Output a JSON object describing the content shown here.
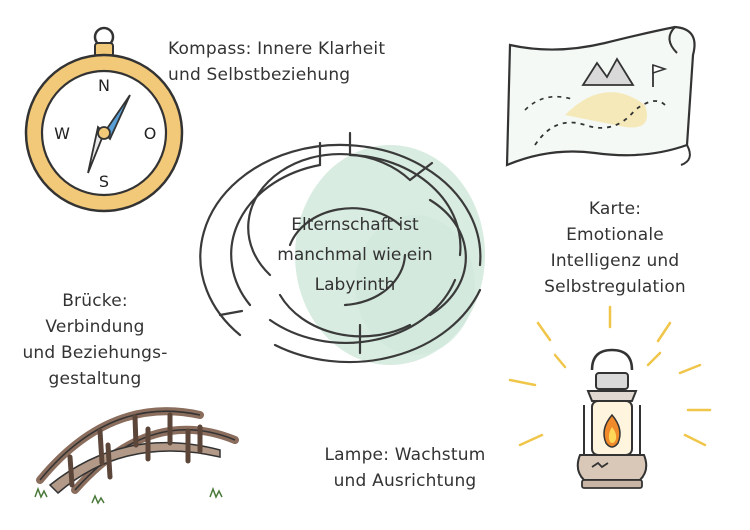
{
  "center": {
    "lines": [
      "Elternschaft ist",
      "manchmal wie ein",
      "Labyrinth"
    ]
  },
  "compass": {
    "icon": "compass-icon",
    "caption": [
      "Kompass: Innere Klarheit",
      "und Selbstbeziehung"
    ],
    "letters": {
      "n": "N",
      "s": "S",
      "w": "W",
      "o": "O"
    }
  },
  "map": {
    "icon": "map-icon",
    "caption": [
      "Karte: Emotionale",
      "Intelligenz und",
      "Selbstregulation"
    ]
  },
  "bridge": {
    "icon": "bridge-icon",
    "caption": [
      "Brücke: Verbindung",
      "und Beziehungs-",
      "gestaltung"
    ]
  },
  "lamp": {
    "icon": "lantern-icon",
    "caption": [
      "Lampe: Wachstum",
      "und Ausrichtung"
    ]
  },
  "colors": {
    "ink": "#333333",
    "gold": "#f2c879",
    "mint": "#b9dcc9",
    "wood": "#8a6d5c",
    "flame": "#f08a2a"
  }
}
